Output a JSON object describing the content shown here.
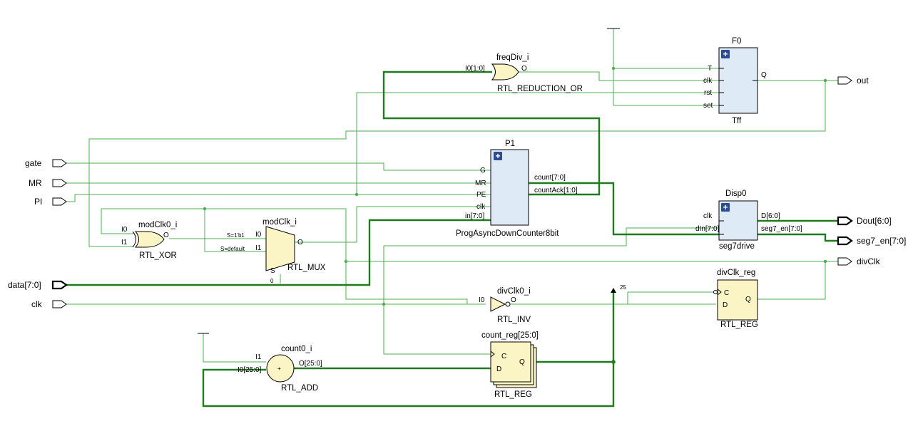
{
  "ports": {
    "gate": "gate",
    "mr": "MR",
    "pi": "PI",
    "data": "data[7:0]",
    "clk": "clk",
    "out": "out",
    "dout": "Dout[6:0]",
    "seg7_en": "seg7_en[7:0]",
    "divclk": "divClk"
  },
  "cells": {
    "f0": {
      "name": "F0",
      "type": "Tff",
      "pins": [
        "T",
        "clk",
        "rst",
        "set",
        "Q"
      ]
    },
    "p1": {
      "name": "P1",
      "type": "ProgAsyncDownCounter8bit",
      "pins": [
        "G",
        "MR",
        "PE",
        "clk",
        "in[7:0]",
        "count[7:0]",
        "countAck[1:0]"
      ]
    },
    "disp0": {
      "name": "Disp0",
      "type": "seg7drive",
      "pins": [
        "clk",
        "dIn[7:0]",
        "D[6:0]",
        "seg7_en[7:0]"
      ]
    },
    "freqdiv": {
      "name": "freqDiv_i",
      "type": "RTL_REDUCTION_OR",
      "in": "I0[1:0]",
      "out": "O"
    },
    "modclk0": {
      "name": "modClk0_i",
      "type": "RTL_XOR",
      "in0": "I0",
      "in1": "I1",
      "out": "O"
    },
    "modclk": {
      "name": "modClk_i",
      "type": "RTL_MUX",
      "in0": "I0",
      "in1": "I1",
      "out": "O",
      "sel": "S",
      "cond0": "S=1'b1",
      "cond1": "S=default",
      "selval": "0"
    },
    "divclk0": {
      "name": "divClk0_i",
      "type": "RTL_INV",
      "in": "I0",
      "out": "O"
    },
    "divclkreg": {
      "name": "divClk_reg",
      "type": "RTL_REG",
      "c": "C",
      "d": "D",
      "q": "Q"
    },
    "countreg": {
      "name": "count_reg[25:0]",
      "type": "RTL_REG",
      "c": "C",
      "d": "D",
      "q": "Q"
    },
    "count0": {
      "name": "count0_i",
      "type": "RTL_ADD",
      "i1": "I1",
      "i0": "I0[25:0]",
      "out": "O[25:0]",
      "sym": "+"
    }
  },
  "bus_tap": "25",
  "colors": {
    "wire": "#4caf50",
    "bus": "#1e7b1e",
    "module": "#dfeaf7",
    "primitive": "#fbf5c6",
    "badge": "#2b4d8f"
  }
}
